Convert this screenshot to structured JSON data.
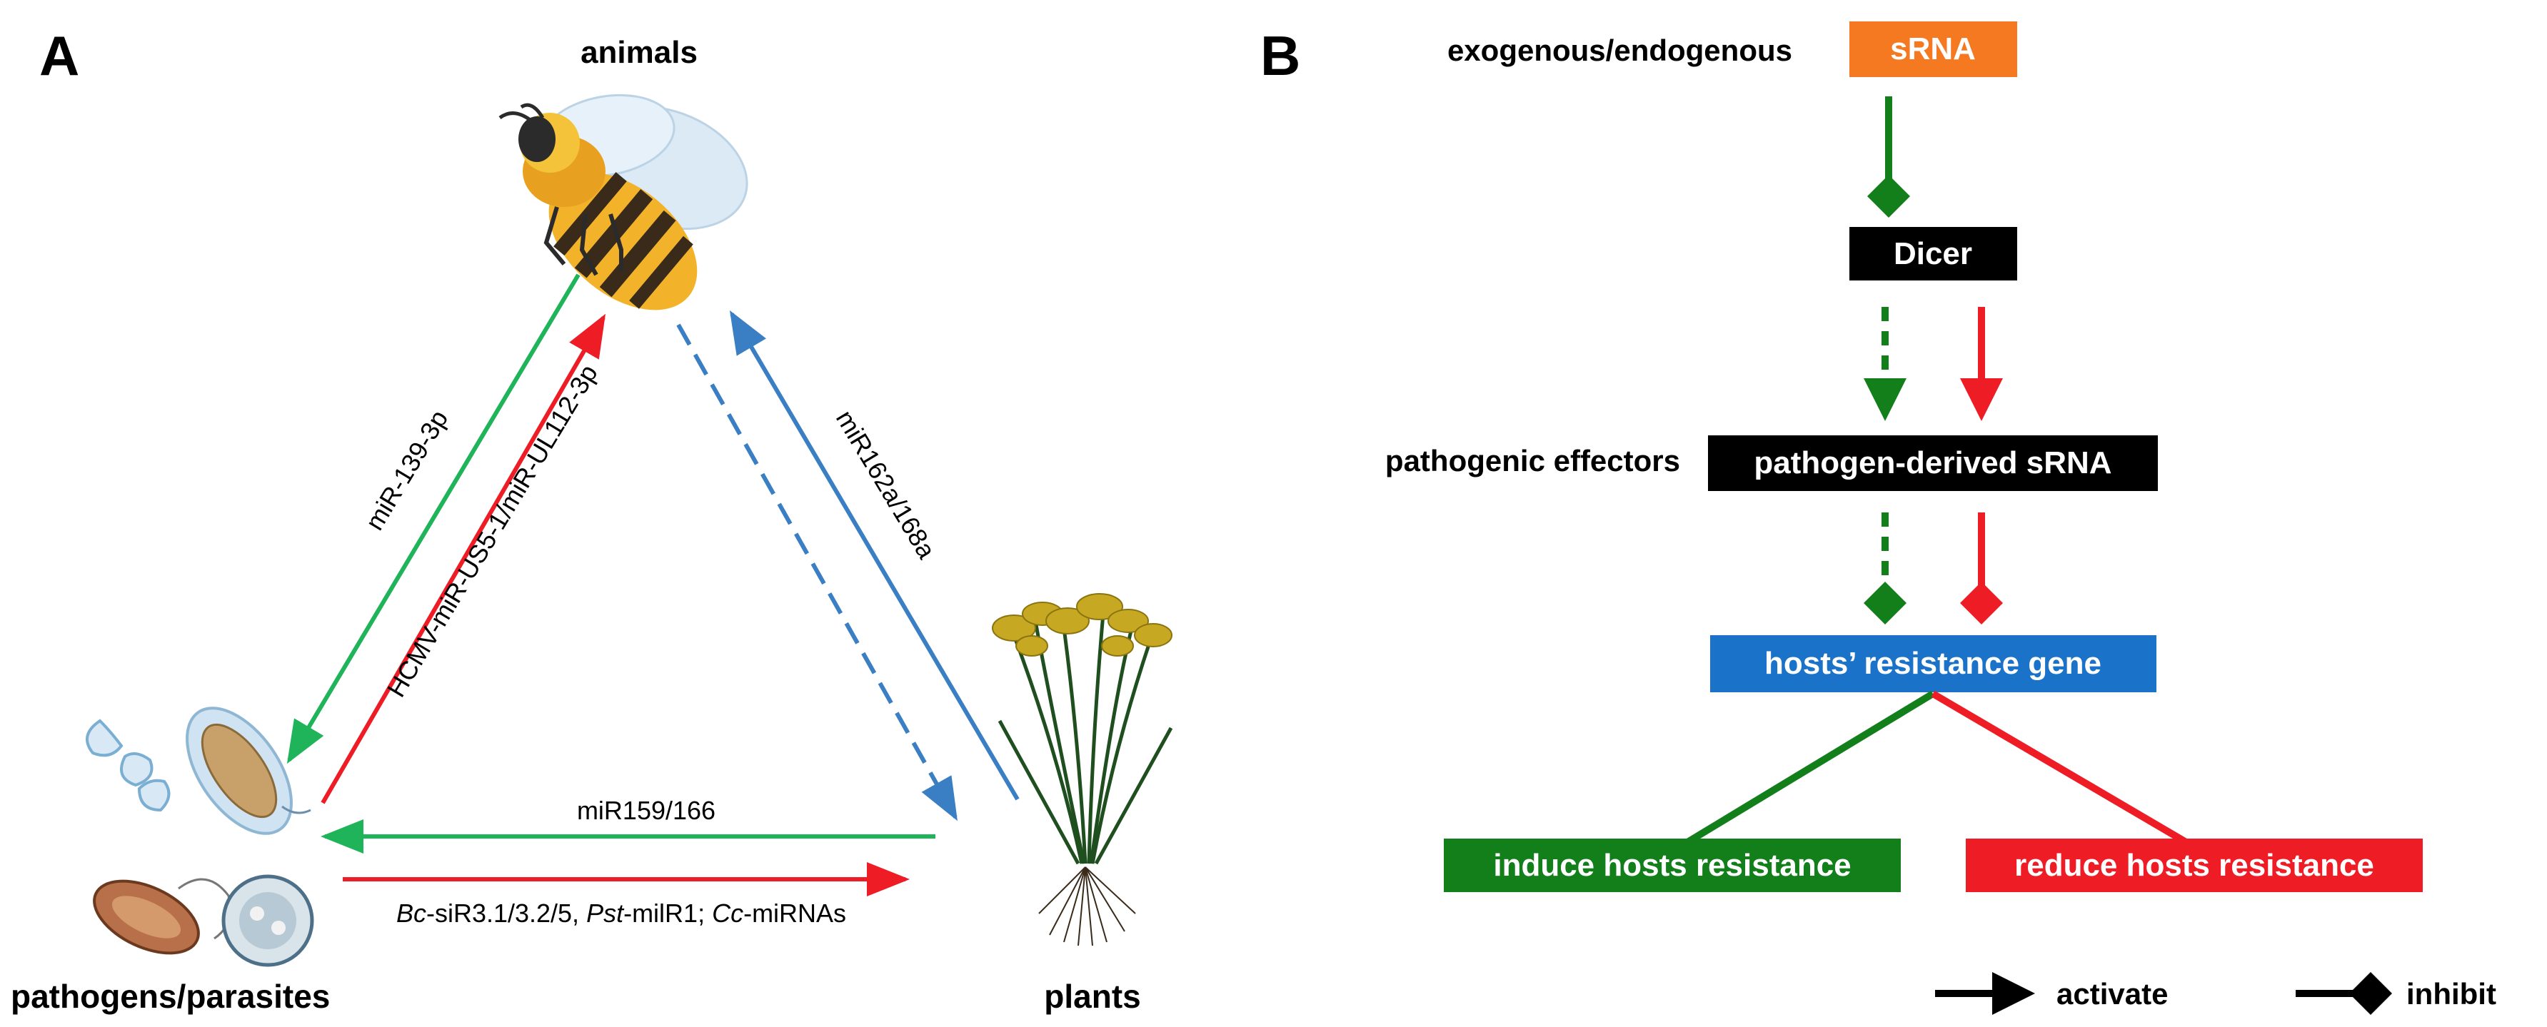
{
  "panel_a": {
    "letter": "A",
    "nodes": {
      "animals": "animals",
      "plants": "plants",
      "pathogens": "pathogens/parasites"
    },
    "edges": {
      "animals_to_pathogens": "miR-139-3p",
      "pathogens_to_animals": "HCMV-miR-US5-1/miR-UL112-3p",
      "plants_to_animals": "miR162a/168a",
      "plants_to_pathogens": "miR159/166",
      "pathogens_to_plants": {
        "p1_italic": "Bc",
        "p2": "-siR3.1/3.2/5, ",
        "p3_italic": "Pst",
        "p4": "-milR1; ",
        "p5_italic": "Cc",
        "p6": "-miRNAs"
      }
    },
    "colors": {
      "green": "#1fb35a",
      "red": "#ee1c24",
      "blue": "#3a7fc4"
    }
  },
  "panel_b": {
    "letter": "B",
    "row_labels": {
      "top": "exogenous/endogenous",
      "middle": "pathogenic effectors"
    },
    "boxes": {
      "srna": "sRNA",
      "dicer": "Dicer",
      "pathogen_srna": "pathogen-derived sRNA",
      "resistance_gene": "hosts’ resistance gene",
      "induce": "induce hosts resistance",
      "reduce": "reduce hosts resistance"
    },
    "legend": {
      "activate": "activate",
      "inhibit": "inhibit"
    },
    "colors": {
      "srna": "#f47920",
      "dark": "#000000",
      "gene": "#1a73c8",
      "green": "#127f1b",
      "red": "#ee1c24"
    }
  }
}
